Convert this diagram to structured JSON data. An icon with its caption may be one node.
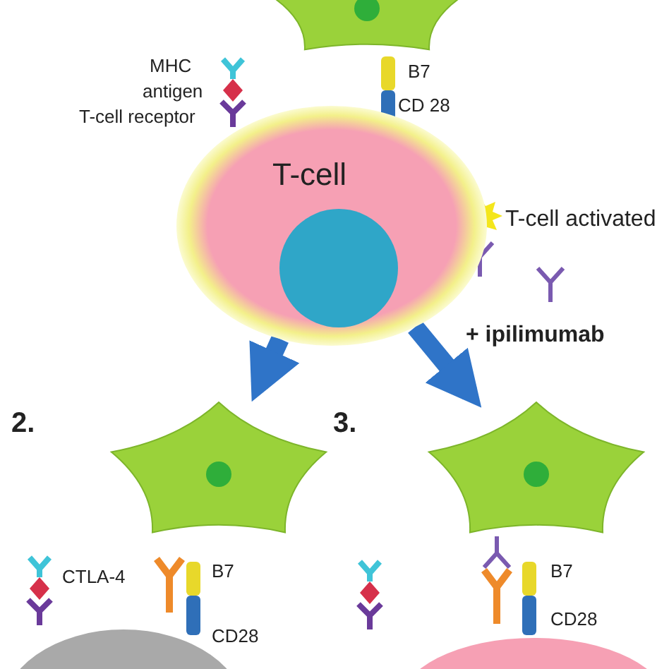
{
  "diagram": {
    "nodes": [
      {
        "text": [],
        "shape": "picture"
      },
      {
        "text": [
          "T-cell"
        ],
        "beside": [
          "T-cell activated"
        ]
      },
      {
        "text": [],
        "shape": "picture"
      },
      {
        "text": [],
        "shape": "circle"
      },
      {
        "text": [],
        "shape": "picture"
      },
      {
        "text": [],
        "shape": "circle"
      }
    ],
    "edges": [
      {
        "from": 1,
        "to": 2,
        "arrow": "to"
      },
      {
        "from": 1,
        "to": 4,
        "arrow": "to"
      }
    ],
    "labels": [
      "MHC",
      "antigen",
      "T-cell receptor",
      "B7",
      "CD 28",
      "+ ipilimumab",
      "2.",
      "3.",
      "CTLA-4",
      "B7",
      "CD28",
      "B7",
      "CD28"
    ]
  }
}
